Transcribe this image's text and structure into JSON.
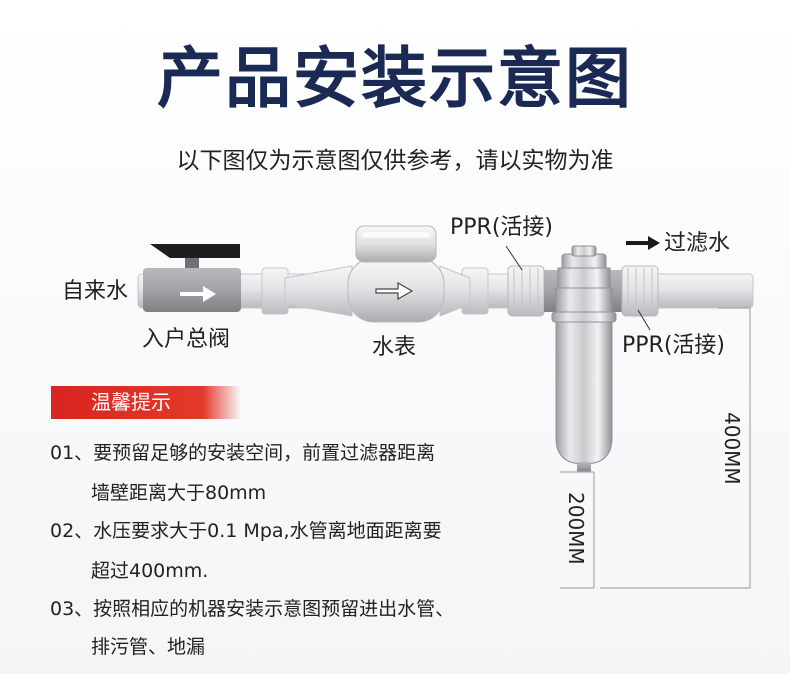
{
  "title": "产品安装示意图",
  "subtitle": "以下图仅为示意图仅供参考，请以实物为准",
  "labels": {
    "tap_water": "自来水",
    "main_valve": "入户总阀",
    "water_meter": "水表",
    "ppr_left": "PPR(活接)",
    "ppr_right": "PPR(活接)",
    "filtered_water": "过滤水",
    "dim_200": "200MM",
    "dim_400": "400MM"
  },
  "tips": {
    "heading": "温馨提示",
    "items": [
      {
        "line1": "01、要预留足够的安装空间，前置过滤器距离",
        "line2": "墙壁距离大于80mm"
      },
      {
        "line1": "02、水压要求大于0.1 Mpa,水管离地面距离要",
        "line2": "超过400mm."
      },
      {
        "line1": "03、按照相应的机器安装示意图预留进出水管、",
        "line2": "排污管、地漏"
      }
    ]
  },
  "colors": {
    "title": "#1b2a55",
    "tip_bar": "#d9241f",
    "pipe": "#d9dadc"
  }
}
